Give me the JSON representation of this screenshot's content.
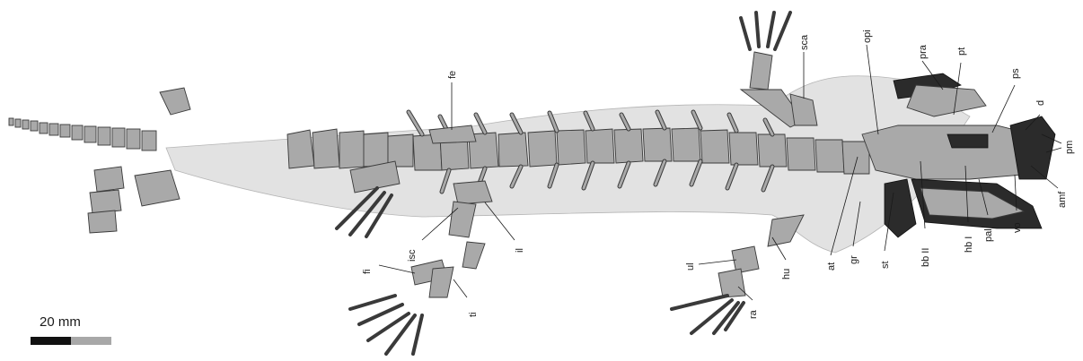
{
  "scale_bar": {
    "label": "20 mm",
    "colors": [
      "#111111",
      "#a8a8a8"
    ]
  },
  "labels": {
    "fe": "fe",
    "sca": "sca",
    "opi": "opi",
    "pra": "pra",
    "pt": "pt",
    "ps": "ps",
    "d": "d",
    "pm": "pm",
    "amf": "amf",
    "vo": "vo",
    "pal": "pal",
    "hb_i": "hb I",
    "bb_ii": "bb II",
    "st": "st",
    "gr": "gr",
    "at": "at",
    "hu": "hu",
    "ra": "ra",
    "ul": "ul",
    "isc": "isc",
    "il": "il",
    "fi": "fi",
    "ti": "ti"
  },
  "colors": {
    "body_outline": "#e2e2e2",
    "bone": "#a9a9a9",
    "dark_bone": "#2b2b2b"
  }
}
